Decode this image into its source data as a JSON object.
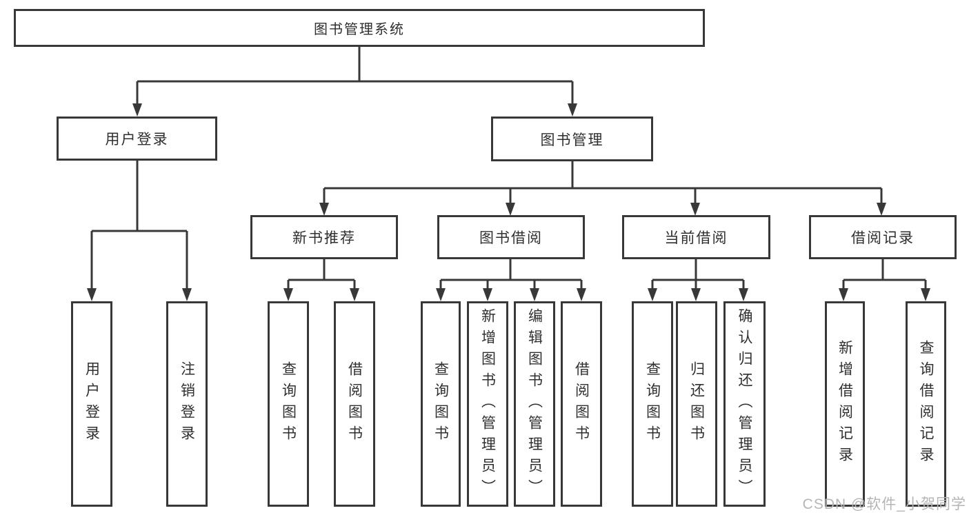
{
  "diagram": {
    "root": {
      "label": "图书管理系统"
    },
    "level2": [
      {
        "label": "用户登录"
      },
      {
        "label": "图书管理"
      }
    ],
    "level3": [
      {
        "label": "新书推荐"
      },
      {
        "label": "图书借阅"
      },
      {
        "label": "当前借阅"
      },
      {
        "label": "借阅记录"
      }
    ],
    "groups": [
      {
        "parent": "用户登录",
        "children": [
          "用户登录",
          "注销登录"
        ]
      },
      {
        "parent": "新书推荐",
        "children": [
          "查询图书",
          "借阅图书"
        ]
      },
      {
        "parent": "图书借阅",
        "children": [
          "查询图书",
          "新增图书（管理员）",
          "编辑图书（管理员）",
          "借阅图书"
        ]
      },
      {
        "parent": "当前借阅",
        "children": [
          "查询图书",
          "归还图书",
          "确认归还（管理员）"
        ]
      },
      {
        "parent": "借阅记录",
        "children": [
          "新增借阅记录",
          "查询借阅记录"
        ]
      }
    ],
    "watermark": "CSDN @软件_小贺同学",
    "colors": {
      "line": "#383838",
      "text": "#2f2f2f",
      "watermark": "#b5b5b5",
      "background": "#ffffff"
    }
  }
}
